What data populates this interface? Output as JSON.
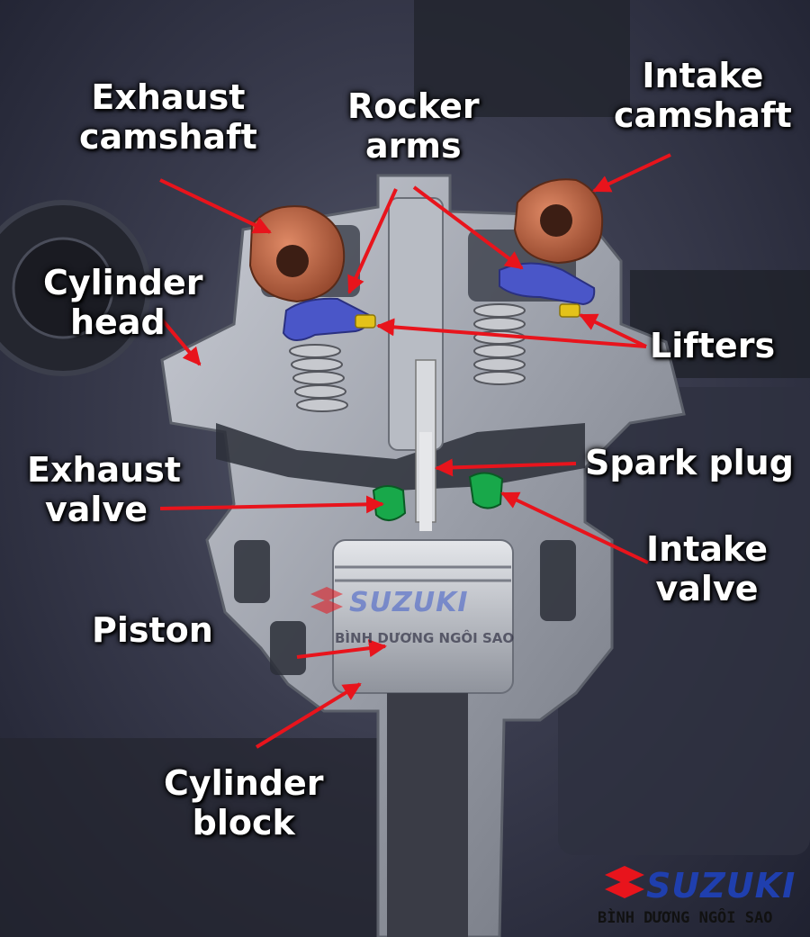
{
  "colors": {
    "arrow": "#e8141c",
    "label_text": "#ffffff",
    "camshaft": "#c4694a",
    "rocker_arm": "#4a56c8",
    "valve": "#18a84a",
    "lifter": "#e3c21a",
    "logo_blue": "#1f3fae",
    "logo_red": "#e8141c"
  },
  "labels": {
    "exhaust_camshaft": [
      "Exhaust",
      "camshaft"
    ],
    "rocker_arms": [
      "Rocker",
      "arms"
    ],
    "intake_camshaft": [
      "Intake",
      "camshaft"
    ],
    "cylinder_head": [
      "Cylinder",
      "head"
    ],
    "lifters": "Lifters",
    "exhaust_valve": [
      "Exhaust",
      "valve"
    ],
    "spark_plug": "Spark plug",
    "intake_valve": [
      "Intake",
      "valve"
    ],
    "piston": "Piston",
    "cylinder_block": [
      "Cylinder",
      "block"
    ]
  },
  "watermark": {
    "brand": "SUZUKI",
    "dealer": "BÌNH DƯƠNG NGÔI SAO"
  },
  "logo": {
    "brand": "SUZUKI",
    "dealer": "BÌNH DƯƠNG NGÔI SAO",
    "emblem_icon": "suzuki-s-emblem-icon"
  }
}
